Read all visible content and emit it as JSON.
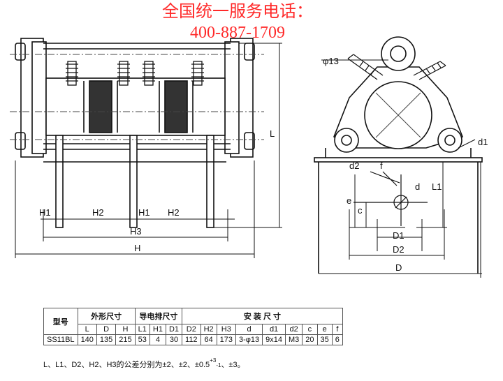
{
  "header": {
    "line1": "全国统一服务电话：",
    "line2": "400-887-1709"
  },
  "drawing": {
    "front_labels": {
      "L": "L",
      "H1_left": "H1",
      "H2_left": "H2",
      "H1_mid": "H1",
      "H2_right": "H2",
      "H3": "H3",
      "H": "H"
    },
    "side_labels": {
      "phi13": "φ13",
      "d1": "d1",
      "d2": "d2",
      "f": "f",
      "d": "d",
      "e": "e",
      "c": "c",
      "L1": "L1",
      "D1": "D1",
      "D2": "D2",
      "D": "D"
    }
  },
  "table": {
    "model_header": "型号",
    "group_outline": "外形尺寸",
    "group_busbar": "导电排尺寸",
    "group_install": "安 装 尺 寸",
    "columns": [
      "L",
      "D",
      "H",
      "L1",
      "H1",
      "D1",
      "D2",
      "H2",
      "H3",
      "d",
      "d1",
      "d2",
      "c",
      "e",
      "f"
    ],
    "rows": [
      {
        "model": "SS11BL",
        "values": [
          "140",
          "135",
          "215",
          "53",
          "4",
          "30",
          "112",
          "64",
          "173",
          "3-φ13",
          "9x14",
          "M3",
          "20",
          "35",
          "6"
        ]
      }
    ]
  },
  "note": {
    "prefix": "L、L1、D2、H2、H3的公差分别为±2、±2、±0.5",
    "sup": "+3",
    "sub": "-1",
    "suffix": "、±3。"
  }
}
